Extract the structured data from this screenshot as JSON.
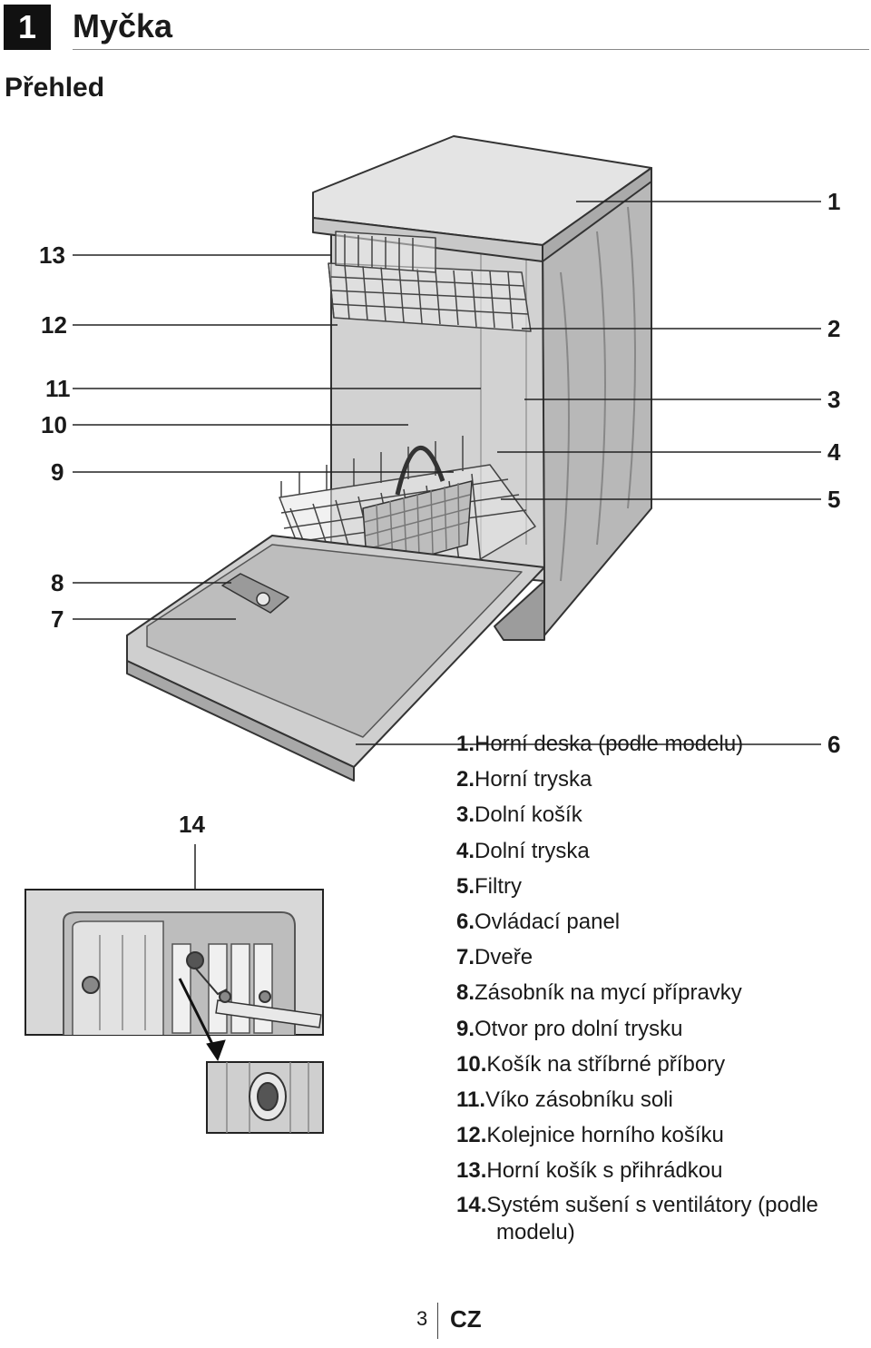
{
  "header": {
    "chapter_number": "1",
    "chapter_title": "Myčka"
  },
  "section_title": "Přehled",
  "callouts": {
    "c1": "1",
    "c2": "2",
    "c3": "3",
    "c4": "4",
    "c5": "5",
    "c6": "6",
    "c7": "7",
    "c8": "8",
    "c9": "9",
    "c10": "10",
    "c11": "11",
    "c12": "12",
    "c13": "13",
    "c14": "14"
  },
  "legend": [
    {
      "num": "1.",
      "text": "Horní deska (podle modelu)"
    },
    {
      "num": "2.",
      "text": "Horní tryska"
    },
    {
      "num": "3.",
      "text": "Dolní košík"
    },
    {
      "num": "4.",
      "text": "Dolní tryska"
    },
    {
      "num": "5.",
      "text": "Filtry"
    },
    {
      "num": "6.",
      "text": "Ovládací panel"
    },
    {
      "num": "7.",
      "text": "Dveře"
    },
    {
      "num": "8.",
      "text": "Zásobník na mycí přípravky"
    },
    {
      "num": "9.",
      "text": "Otvor pro dolní trysku"
    },
    {
      "num": "10.",
      "text": "Košík na stříbrné příbory"
    },
    {
      "num": "11.",
      "text": "Víko zásobníku soli"
    },
    {
      "num": "12.",
      "text": "Kolejnice horního košíku"
    },
    {
      "num": "13.",
      "text": "Horní košík s přihrádkou"
    },
    {
      "num": "14.",
      "text": "Systém sušení s ventilátory (podle",
      "text_cont": "modelu)"
    }
  ],
  "footer": {
    "page_number": "3",
    "language": "CZ"
  }
}
